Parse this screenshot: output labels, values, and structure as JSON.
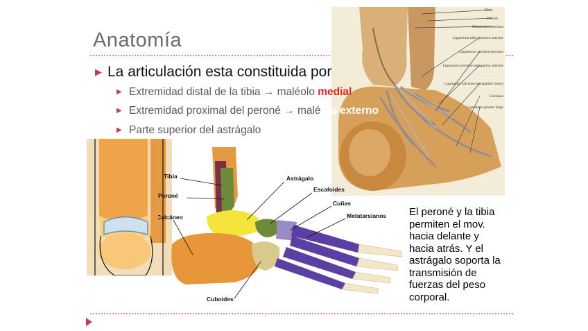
{
  "title": "Anatomía",
  "main_bullet": "La articulación esta constituida por:",
  "sub_bullets": [
    {
      "pre": "Extremidad distal de la tibia → maléolo ",
      "highlight": "medial",
      "post": ""
    },
    {
      "pre": "Extremidad proximal del peroné → malé",
      "highlight": "olo externo",
      "post": ""
    },
    {
      "pre": "Parte superior del astrágalo",
      "highlight": "",
      "post": ""
    }
  ],
  "caption_lines": [
    "El peroné y la tibia",
    "permiten el mov.",
    "hacia delante y",
    "hacia atrás. Y el",
    "astrágalo  soporta la",
    "transmisión de",
    "fuerzas del peso",
    "corporal."
  ],
  "foot_labels": {
    "tibia": "Tibia",
    "perone": "Peroné",
    "calcaneo": "Calcáneo",
    "astragalo": "Astrágalo",
    "escafoides": "Escafoides",
    "cunas": "Cuñas",
    "metatarsianos": "Metatarsianos",
    "cuboides": "Cuboides"
  },
  "ankle_labels": [
    "Tibia",
    "Peroné",
    "Membrana interósea",
    "Ligamento tibio-peroneo anterior",
    "Ligamento calcáneo-peroneo",
    "Ligamento peroneo-astragalino anterior",
    "Ligamento calcáneo-astragalino lateral",
    "Calcáneo",
    "Ligamento plantar largo"
  ],
  "colors": {
    "accent": "#c0396b",
    "highlight_red": "#e0261e",
    "bone_orange": "#e8963a",
    "bone_yellow": "#f4e43c",
    "bone_purple": "#5b3fa3",
    "bone_olive": "#6d8a3a"
  }
}
